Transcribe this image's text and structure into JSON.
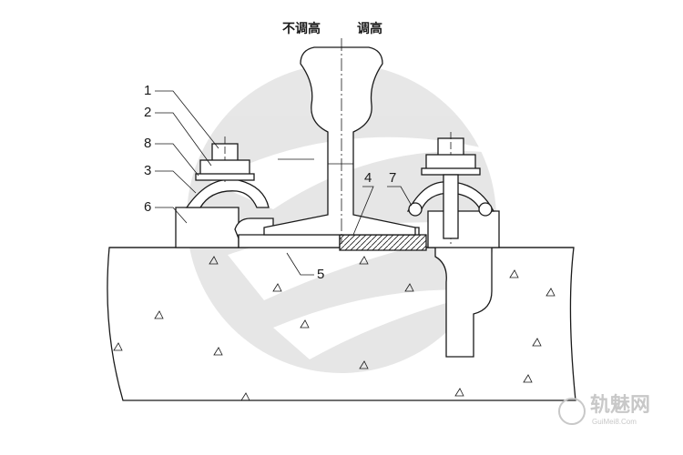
{
  "headers": {
    "left": "不调高",
    "right": "调高"
  },
  "callouts": [
    "1",
    "2",
    "8",
    "3",
    "6",
    "4",
    "7",
    "5"
  ],
  "watermark": {
    "name": "轨魅网",
    "url": "GuiMei8.Com"
  }
}
